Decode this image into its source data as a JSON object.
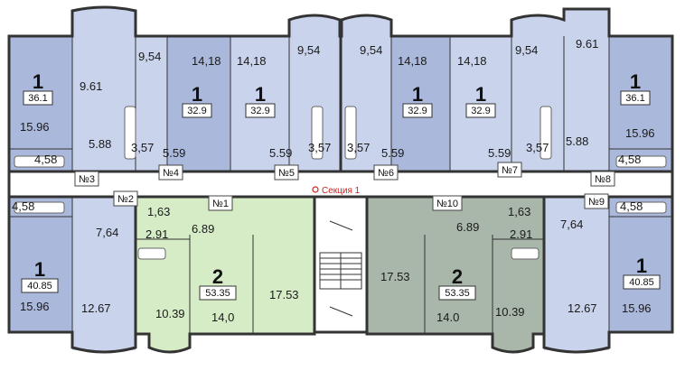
{
  "colors": {
    "blue_room": "#aab8dc",
    "blue_light": "#c9d3ec",
    "green": "#d6ecc6",
    "gray_green": "#a9b7aa",
    "corridor": "#ffffff",
    "wall": "#333333",
    "section_red": "#cc2222"
  },
  "section_label": "Секция 1",
  "apartments": [
    {
      "id": "top-left",
      "rooms": "1",
      "area": "36.1"
    },
    {
      "id": "top-mid-left-1",
      "rooms": "1",
      "area": "32.9"
    },
    {
      "id": "top-mid-left-2",
      "rooms": "1",
      "area": "32.9"
    },
    {
      "id": "top-mid-right-1",
      "rooms": "1",
      "area": "32.9"
    },
    {
      "id": "top-mid-right-2",
      "rooms": "1",
      "area": "32.9"
    },
    {
      "id": "top-right",
      "rooms": "1",
      "area": "36.1"
    },
    {
      "id": "bottom-left",
      "rooms": "1",
      "area": "40.85"
    },
    {
      "id": "bottom-mid-left",
      "rooms": "2",
      "area": "53.35"
    },
    {
      "id": "bottom-mid-right",
      "rooms": "2",
      "area": "53.35"
    },
    {
      "id": "bottom-right",
      "rooms": "1",
      "area": "40.85"
    }
  ],
  "room_areas": {
    "tl_kitchen": "9.61",
    "tl_room": "15.96",
    "tl_bath": "4,58",
    "tl_hall": "5.88",
    "t2_kitchen": "9,54",
    "t2_room": "14,18",
    "t2_wc": "3,57",
    "t2_hall": "5.59",
    "t3_room": "14,18",
    "t3_kitchen": "9,54",
    "t3_hall": "5.59",
    "t3_wc": "3,57",
    "t4_wc": "3,57",
    "t4_kitchen": "9,54",
    "t4_room": "14,18",
    "t4_hall": "5.59",
    "t5_room": "14,18",
    "t5_kitchen": "9,54",
    "t5_hall": "5.59",
    "t5_wc": "3,57",
    "tr_kitchen": "9.61",
    "tr_room": "15.96",
    "tr_hall": "5.88",
    "tr_bath": "4,58",
    "bl_bath": "4,58",
    "bl_hall": "7,64",
    "bl_room": "15.96",
    "bl_kitchen": "12.67",
    "bml_wc": "1,63",
    "bml_bath": "2.91",
    "bml_hall": "6.89",
    "bml_kitchen": "10.39",
    "bml_room1": "14,0",
    "bml_room2": "17.53",
    "bmr_room2": "17.53",
    "bmr_hall": "6.89",
    "bmr_wc": "1,63",
    "bmr_bath": "2.91",
    "bmr_room1": "14.0",
    "bmr_kitchen": "10.39",
    "br_hall": "7,64",
    "br_bath": "4,58",
    "br_kitchen": "12.67",
    "br_room": "15.96"
  },
  "door_tags": [
    "№1",
    "№2",
    "№3",
    "№4",
    "№5",
    "№6",
    "№7",
    "№8",
    "№9",
    "№10"
  ]
}
